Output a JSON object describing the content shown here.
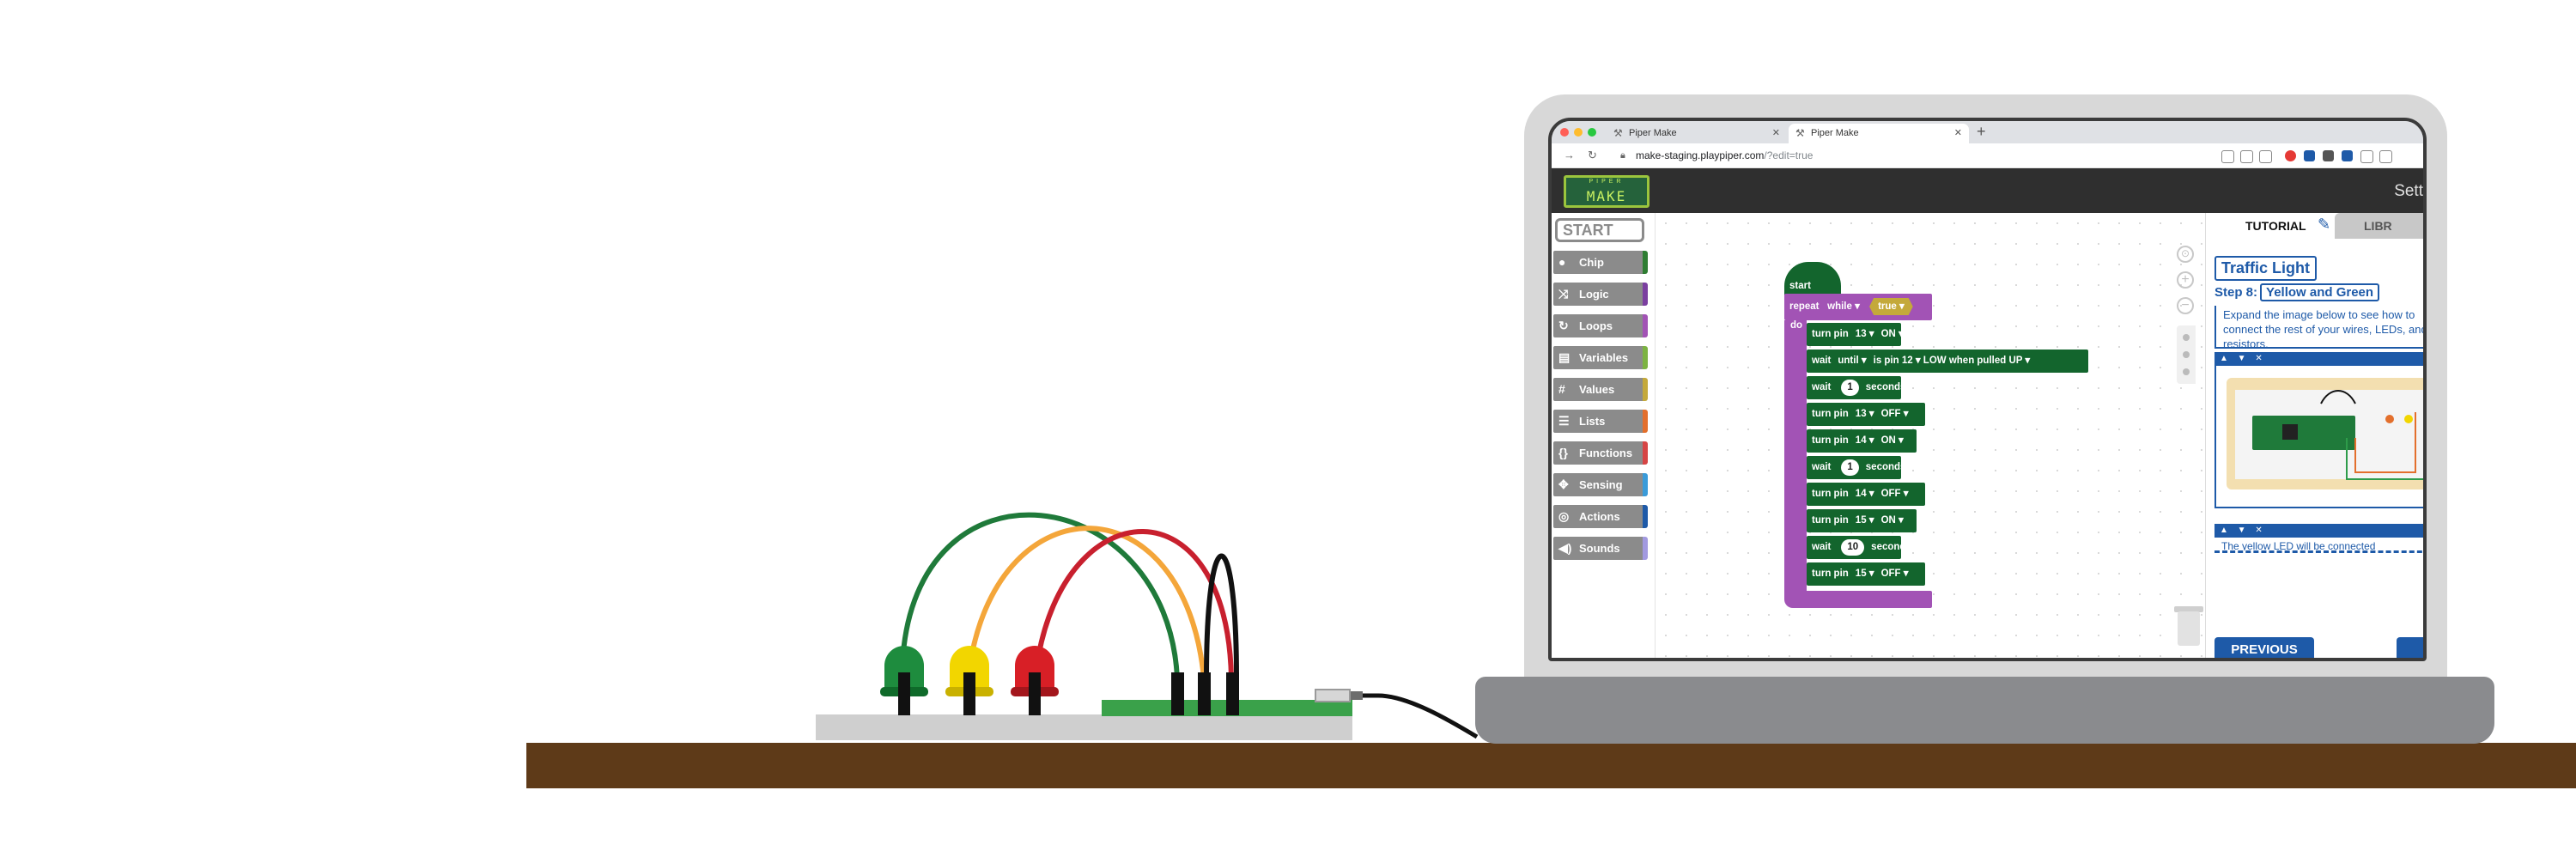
{
  "browser": {
    "tabs": [
      {
        "title": "Piper Make",
        "active": false
      },
      {
        "title": "Piper Make",
        "active": true
      }
    ],
    "new_tab": "+",
    "url_host": "make-staging.playpiper.com",
    "url_path": "/?edit=true",
    "icons": {
      "back": "arrow-right-icon",
      "reload": "reload-icon",
      "lock": "lock-icon",
      "close": "close-icon"
    }
  },
  "app": {
    "logo_top": "PIPER",
    "logo_text": "MAKE",
    "settings_label": "Sett",
    "start_label": "START",
    "categories": [
      {
        "label": "Chip",
        "icon": "●",
        "color": "#2e7d32"
      },
      {
        "label": "Logic",
        "icon": "⤨",
        "color": "#7b3fa0"
      },
      {
        "label": "Loops",
        "icon": "↻",
        "color": "#a253b5"
      },
      {
        "label": "Variables",
        "icon": "▤",
        "color": "#7cb342"
      },
      {
        "label": "Values",
        "icon": "#",
        "color": "#c4a93b"
      },
      {
        "label": "Lists",
        "icon": "☰",
        "color": "#e36f2c"
      },
      {
        "label": "Functions",
        "icon": "{}",
        "color": "#d64545"
      },
      {
        "label": "Sensing",
        "icon": "✥",
        "color": "#3a9bd9"
      },
      {
        "label": "Actions",
        "icon": "◎",
        "color": "#1e5aa8"
      },
      {
        "label": "Sounds",
        "icon": "◀)",
        "color": "#a29ae0"
      }
    ]
  },
  "blocks": {
    "start": "start",
    "repeat": "repeat",
    "repeat_mode": "while ▾",
    "repeat_cond": "true ▾",
    "do": "do",
    "rows": [
      {
        "pre": "turn pin",
        "val": "13 ▾",
        "post": "ON ▾",
        "oval": ""
      },
      {
        "pre": "wait",
        "val": "until ▾",
        "post": "is pin  12 ▾   LOW when pulled UP ▾",
        "oval": ""
      },
      {
        "pre": "wait",
        "val": "",
        "post": "seconds",
        "oval": "1"
      },
      {
        "pre": "turn pin",
        "val": "13 ▾",
        "post": "OFF ▾",
        "oval": ""
      },
      {
        "pre": "turn pin",
        "val": "14 ▾",
        "post": "ON ▾",
        "oval": ""
      },
      {
        "pre": "wait",
        "val": "",
        "post": "seconds",
        "oval": "1"
      },
      {
        "pre": "turn pin",
        "val": "14 ▾",
        "post": "OFF ▾",
        "oval": ""
      },
      {
        "pre": "turn pin",
        "val": "15 ▾",
        "post": "ON ▾",
        "oval": ""
      },
      {
        "pre": "wait",
        "val": "",
        "post": "seconds",
        "oval": "10"
      },
      {
        "pre": "turn pin",
        "val": "15 ▾",
        "post": "OFF ▾",
        "oval": ""
      }
    ]
  },
  "tutorial": {
    "tab_tutorial": "TUTORIAL",
    "tab_library": "LIBR",
    "title": "Traffic Light",
    "step_label": "Step 8:",
    "step_name": "Yellow and Green",
    "text": "Expand the image below to see how to connect the rest of your wires, LEDs, and resistors.",
    "card_controls": "▲ ▼ ✕",
    "card2_text": "The yellow LED will be connected",
    "previous": "PREVIOUS"
  },
  "scene": {
    "led_colors": [
      "#1e8c3e",
      "#f2d600",
      "#d81f26"
    ],
    "wire_colors": [
      "#1f7a3a",
      "#f4a63a",
      "#c8202e",
      "#111111"
    ]
  }
}
